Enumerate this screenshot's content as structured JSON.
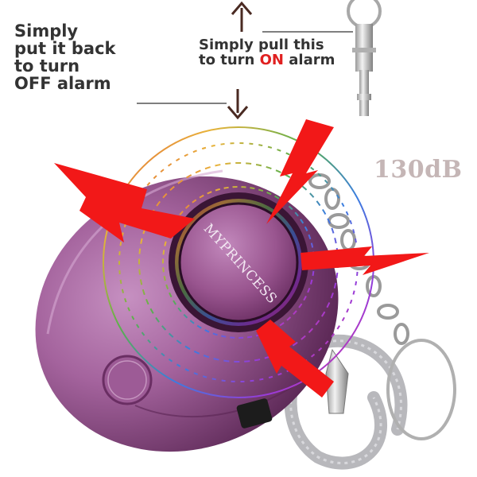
{
  "instructions": {
    "off_lines": [
      "Simply",
      "put it back",
      "to turn",
      "OFF alarm"
    ],
    "on_line1": "Simply pull this",
    "on_line2_prefix": "to turn ",
    "on_word": "ON",
    "on_line2_suffix": " alarm"
  },
  "sound_level": "130dB",
  "brand": "MYPRINCESS",
  "colors": {
    "alarm_body": "#9a5a93",
    "bolt": "#f21818",
    "arrow": "#4a2a22",
    "caption_text": "#333333",
    "on_highlight": "#e02020",
    "db_text": "#c5b6b6"
  },
  "icons": [
    "arrow-up-icon",
    "arrow-down-icon",
    "lightning-bolt-icon"
  ]
}
